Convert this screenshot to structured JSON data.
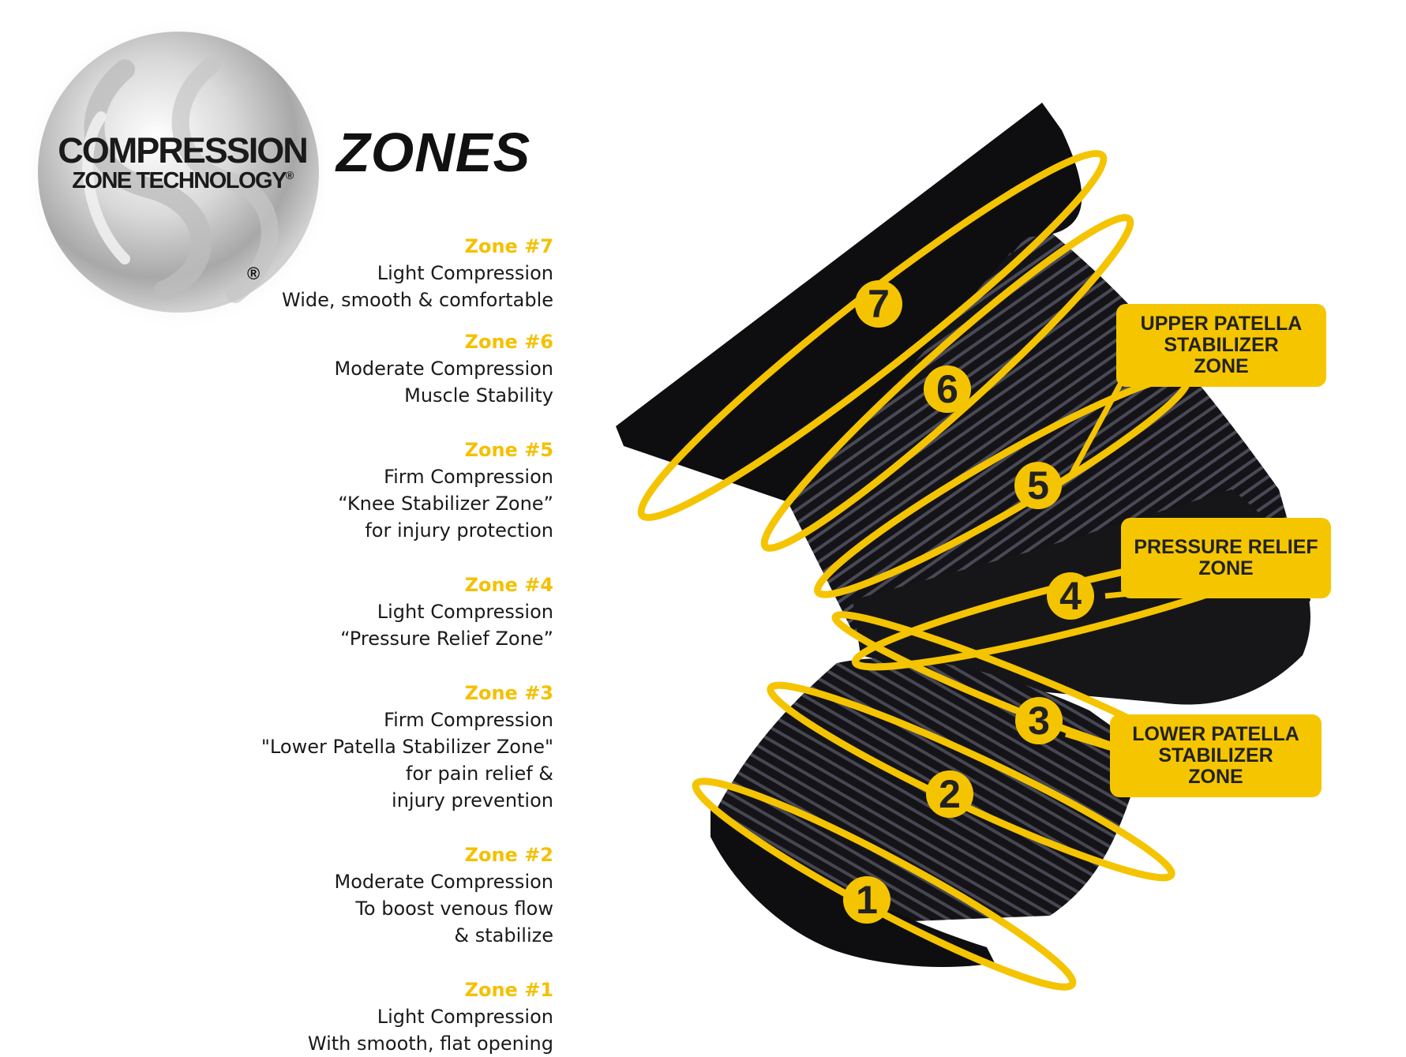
{
  "logo": {
    "line1": "COMPRESSION",
    "line2": "ZONE TECHNOLOGY",
    "registered_mark": "®",
    "registered_mark_large": "®"
  },
  "title": "ZONES",
  "colors": {
    "accent_yellow": "#f5c000",
    "sleeve_black": "#111111",
    "text_dark": "#1a1a1a"
  },
  "zones": [
    {
      "heading": "Zone #7",
      "lines": [
        "Light Compression",
        "Wide, smooth & comfortable"
      ]
    },
    {
      "heading": "Zone #6",
      "lines": [
        "Moderate Compression",
        "Muscle Stability"
      ]
    },
    {
      "heading": "Zone #5",
      "lines": [
        "Firm Compression",
        "“Knee Stabilizer Zone”",
        "for injury protection"
      ]
    },
    {
      "heading": "Zone #4",
      "lines": [
        "Light Compression",
        "“Pressure Relief Zone”"
      ]
    },
    {
      "heading": "Zone #3",
      "lines": [
        "Firm Compression",
        "\"Lower Patella Stabilizer Zone\"",
        "for  pain relief &",
        "injury prevention"
      ]
    },
    {
      "heading": "Zone #2",
      "lines": [
        "Moderate Compression",
        "To boost venous flow",
        "& stabilize"
      ]
    },
    {
      "heading": "Zone #1",
      "lines": [
        "Light Compression",
        "With smooth, flat opening"
      ]
    }
  ],
  "zone_numbers": [
    "7",
    "6",
    "5",
    "4",
    "3",
    "2",
    "1"
  ],
  "callouts": {
    "upper": [
      "UPPER PATELLA",
      "STABILIZER",
      "ZONE"
    ],
    "pressure": [
      "PRESSURE RELIEF",
      "ZONE"
    ],
    "lower": [
      "LOWER PATELLA",
      "STABILIZER",
      "ZONE"
    ]
  }
}
